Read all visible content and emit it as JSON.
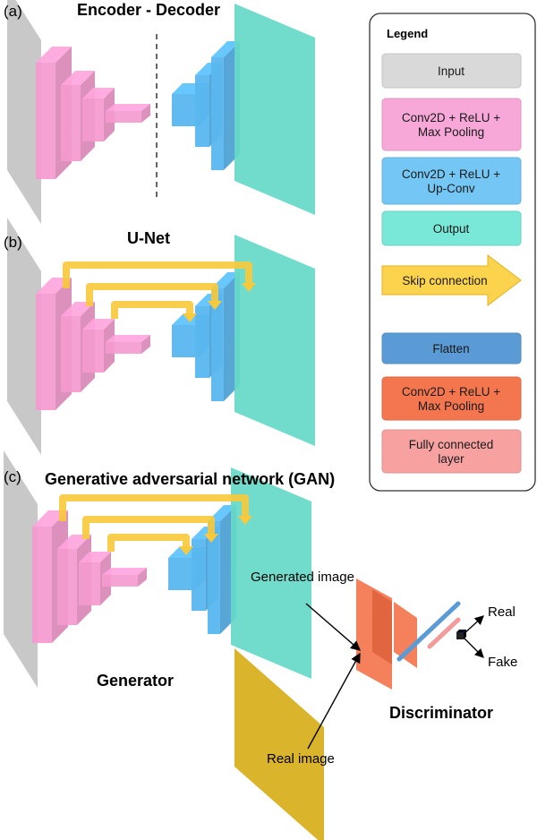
{
  "panels": [
    {
      "letter": "(a)",
      "title": "Encoder - Decoder"
    },
    {
      "letter": "(b)",
      "title": "U-Net"
    },
    {
      "letter": "(c)",
      "title": "Generative adversarial network (GAN)"
    }
  ],
  "gan": {
    "generator_label": "Generator",
    "discriminator_label": "Discriminator",
    "generated_image_label": "Generated image",
    "real_image_label": "Real image",
    "outputs": [
      "Real",
      "Fake"
    ]
  },
  "legend": {
    "title": "Legend",
    "items": [
      {
        "lines": [
          "Input"
        ],
        "color": "#d9d9d9"
      },
      {
        "lines": [
          "Conv2D + ReLU +",
          "Max Pooling"
        ],
        "color": "#f7a8d8"
      },
      {
        "lines": [
          "Conv2D + ReLU +",
          "Up-Conv"
        ],
        "color": "#74c7f5"
      },
      {
        "lines": [
          "Output"
        ],
        "color": "#7ae8d8"
      },
      {
        "lines": [
          "Skip connection"
        ],
        "color": "#fcd34d"
      },
      {
        "lines": [
          "Flatten"
        ],
        "color": "#5b9bd5"
      },
      {
        "lines": [
          "Conv2D + ReLU +",
          "Max Pooling"
        ],
        "color": "#f4764f"
      },
      {
        "lines": [
          "Fully connected",
          "layer"
        ],
        "color": "#f7a1a1"
      }
    ]
  },
  "colors": {
    "input": "#c8c8c8",
    "encoder": "#f59ad0",
    "decoder": "#5ab8f0",
    "output": "#66d9c8",
    "skip": "#f8c93a",
    "real_image": "#d8b020",
    "disc_conv": "#f26a40",
    "flatten": "#5b9bd5",
    "fc": "#f59a9a"
  }
}
